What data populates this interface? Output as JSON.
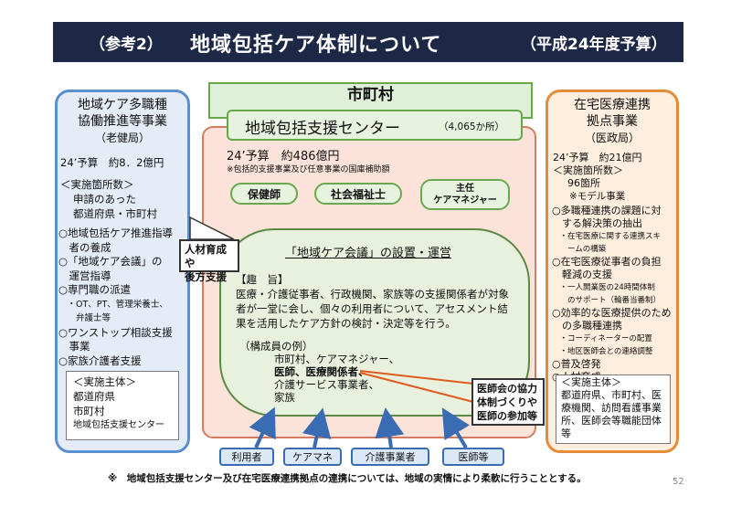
{
  "title": {
    "prefix": "（参考2）",
    "main": "地域包括ケア体制について",
    "budget_note": "（平成24年度予算）"
  },
  "left": {
    "title_line1": "地域ケア多職種",
    "title_line2": "協働推進等事業",
    "title_line3": "（老健局）",
    "budget": "24’予算　約8．2億円",
    "sites_label": "＜実施箇所数＞",
    "sites_line1": "申請のあった",
    "sites_line2": "都道府県・市町村",
    "items": [
      "○地域包括ケア推進指導",
      "　者の養成",
      "○「地域ケア会議」の",
      "　運営指導",
      "○専門職の派遣",
      "　・OT、PT、管理栄養士、",
      "　　弁護士等",
      "○ワンストップ相談支援",
      "　事業",
      "○家族介護者支援"
    ],
    "impl_label": "＜実施主体＞",
    "impl_1": "都道府県",
    "impl_2": "市町村",
    "impl_3": "地域包括支援センター"
  },
  "center": {
    "city": "市町村",
    "center_title": "地域包括支援センター",
    "center_count": "（4,065か所）",
    "budget": "24’予算　約486億円",
    "budget_note": "※包括的支援事業及び任意事業の国庫補助額",
    "roles": [
      "保健師",
      "社会福祉士",
      "主任\nケアマネジャー"
    ],
    "conference_title": "「地域ケア会議」の設置・運営",
    "purpose_label": "【趣　旨】",
    "purpose_lines": [
      "医療・介護従事者、行政機関、家族等の支援関係者が対象",
      "者が一堂に会し、個々の利用者について、アセスメント結",
      "果を活用したケア方針の検討・決定等を行う。"
    ],
    "members_label": "（構成員の例）",
    "members_line1": "市町村、ケアマネジャー、",
    "members_line2": "医師、医療関係者、",
    "members_line3": "介護サービス事業者、",
    "members_line4": "家族",
    "bottom_chips": [
      "利用者",
      "ケアマネ",
      "介護事業者",
      "医師等"
    ]
  },
  "callouts": {
    "hr_support_line1": "人材育成や",
    "hr_support_line2": "後方支援",
    "medical_line1": "医師会の協力",
    "medical_line2": "体制づくりや",
    "medical_line3": "医師の参加等"
  },
  "right": {
    "title_line1": "在宅医療連携",
    "title_line2": "拠点事業",
    "title_line3": "（医政局）",
    "budget": "24’予算　約21億円",
    "sites_label": "＜実施箇所数＞",
    "sites_count": "96箇所",
    "sites_note": "※モデル事業",
    "items": [
      "○多職種連携の課題に対",
      "　する解決策の抽出",
      "　・在宅医療に関する連携スキ",
      "　　ームの構築",
      "○在宅医療従事者の負担",
      "　軽減の支援",
      "　・一人開業医の24時間体制",
      "　　のサポート（輪番当番制）",
      "○効率的な医療提供のため",
      "　の多職種連携",
      "　・コーディネーターの配置",
      "　・地区医師会との連絡調整",
      "○普及啓発",
      "○人材育成"
    ],
    "impl_label": "＜実施主体＞",
    "impl_lines": [
      "都道府県、市町村、医",
      "療機関、訪問看護事業",
      "所、医師会等職能団体",
      "等"
    ]
  },
  "footer": {
    "note": "※　地域包括支援センター及び在宅医療連携拠点の連携については、地域の実情により柔軟に行うこととする。",
    "page": "52"
  }
}
